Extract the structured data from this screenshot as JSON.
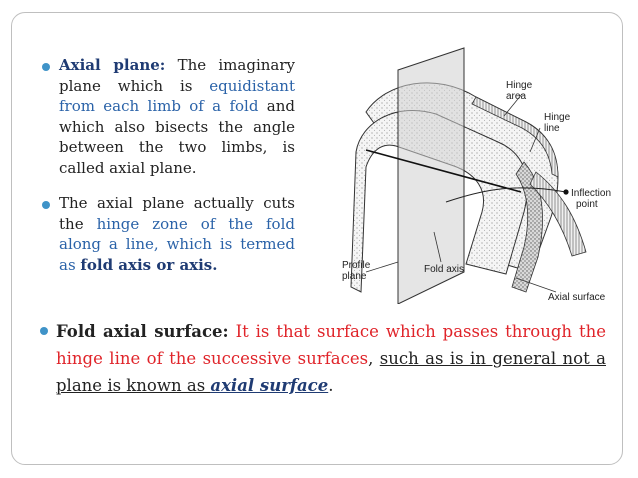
{
  "p1": {
    "term": "Axial plane:",
    "t1": " The imaginary plane which is ",
    "hl": "equidistant from each limb of a fold",
    "t2": " and which also bisects the angle between the two limbs, is called axial plane."
  },
  "p2": {
    "t1": "The axial plane actually cuts the ",
    "hl": "hinge zone of the fold along a line, which is termed as ",
    "term": "fold axis or axis."
  },
  "figure": {
    "hinge_area": [
      "Hinge",
      "area"
    ],
    "hinge_line": [
      "Hinge",
      "line"
    ],
    "inflection_point": [
      "Inflection",
      "point"
    ],
    "profile_plane": [
      "Profile",
      "plane"
    ],
    "fold_axis": "Fold axis",
    "axial_surface": "Axial surface"
  },
  "p3": {
    "term": "Fold axial surface:",
    "red": " It is that surface which passes through the hinge line of the successive surfaces",
    "comma": ", ",
    "under": "such as is in general not a plane is known as ",
    "ital": "axial surface",
    "end": "."
  },
  "colors": {
    "bullet": "#3f93c8",
    "blue_text": "#2a62a8",
    "red_text": "#e0242a",
    "navy_text": "#1f3b73"
  }
}
